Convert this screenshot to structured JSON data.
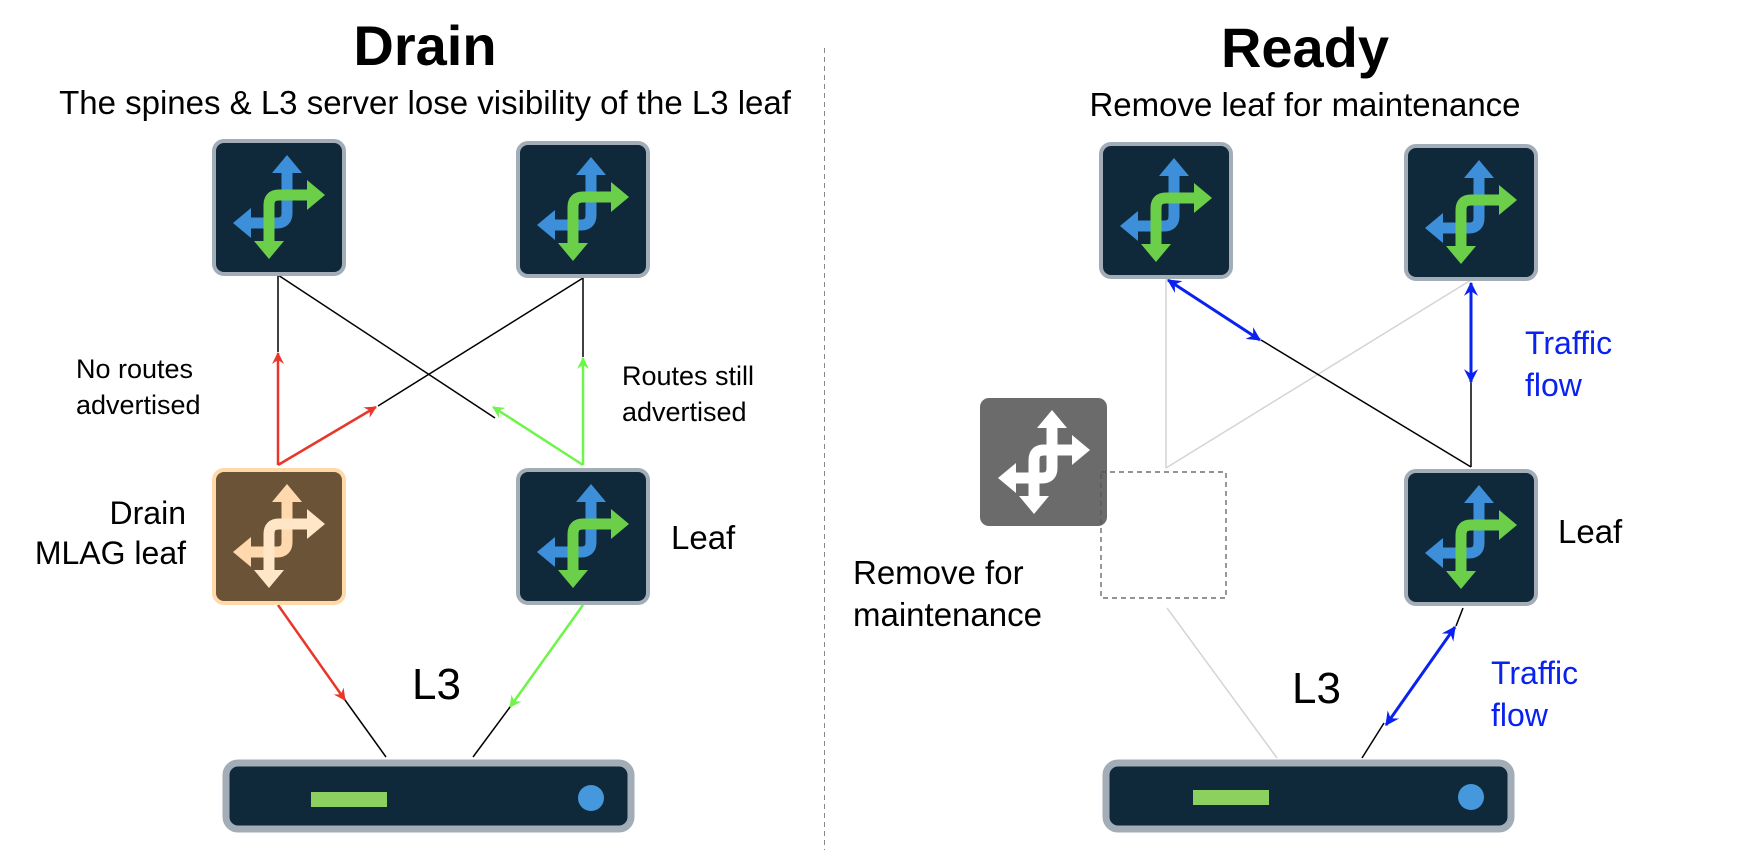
{
  "left_panel": {
    "title": "Drain",
    "subtitle": "The spines & L3 server lose visibility of the L3 leaf",
    "label_no_routes_1": "No routes",
    "label_no_routes_2": "advertised",
    "label_routes_still_1": "Routes still",
    "label_routes_still_2": "advertised",
    "label_drain_1": "Drain",
    "label_drain_2": "MLAG leaf",
    "label_leaf": "Leaf",
    "label_l3": "L3"
  },
  "right_panel": {
    "title": "Ready",
    "subtitle": "Remove leaf for maintenance",
    "label_remove_1": "Remove for",
    "label_remove_2": "maintenance",
    "label_leaf": "Leaf",
    "label_l3": "L3",
    "traffic_top_1": "Traffic",
    "traffic_top_2": "flow",
    "traffic_bottom_1": "Traffic",
    "traffic_bottom_2": "flow"
  },
  "colors": {
    "device_bg": "#10293a",
    "device_border": "#a3adb7",
    "drain_bg": "#6b5337",
    "drain_border": "#ffd9a8",
    "drain_glyph": "#ffd9ad",
    "removed_bg": "#6b6b6b",
    "arrow_blue": "#3d8fd9",
    "arrow_green": "#6ccf4a",
    "server_bar": "#8cd160",
    "server_dot": "#4498db",
    "red": "#e8372a",
    "green": "#6df547",
    "traffic_blue": "#0a22f0",
    "faded_line": "#d4d4d4"
  },
  "icons": {
    "switch": "switch-router-icon",
    "server": "server-icon"
  }
}
